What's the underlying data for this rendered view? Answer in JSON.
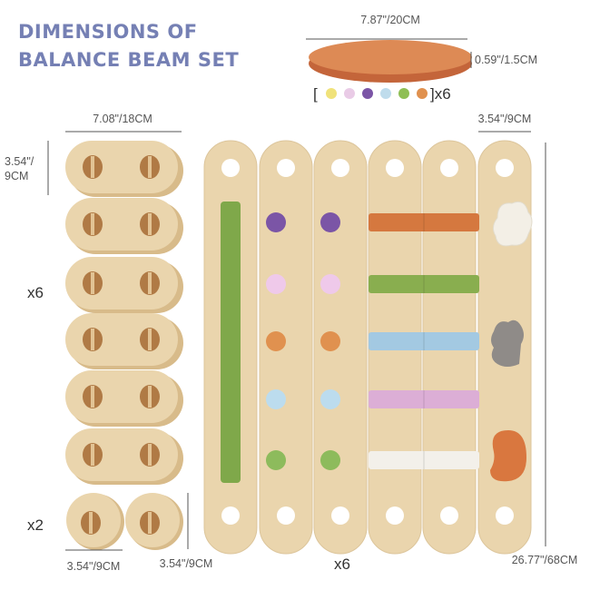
{
  "title": {
    "line1": "DIMENSIONS OF",
    "line2": "BALANCE BEAM SET"
  },
  "disc": {
    "width_label": "7.87\"/20CM",
    "thickness_label": "0.59\"/1.5CM",
    "quantity_label": "]x6",
    "bracket_open": "[",
    "color": "#d9854d",
    "colors": [
      "#f0e27a",
      "#e9cbe6",
      "#7b55a6",
      "#bfdcec",
      "#8fbf55",
      "#e0914f"
    ]
  },
  "connectors": {
    "width_label": "7.08\"/18CM",
    "height_label_1": "3.54\"/",
    "height_label_2": "9CM",
    "quantity_label": "x6"
  },
  "small_connectors": {
    "quantity_label": "x2",
    "width_label": "3.54\"/9CM",
    "height_label": "3.54\"/9CM"
  },
  "beams": {
    "width_label": "3.54\"/9CM",
    "length_label": "26.77\"/68CM",
    "quantity_label": "x6",
    "dot_colors": [
      "#7b55a6",
      "#efc9ea",
      "#e0914f",
      "#bcdcee",
      "#8dbb5c"
    ],
    "bar_colors": [
      "#d5783f",
      "#89ae4f",
      "#a3c9e2",
      "#dcaed6",
      "#f3f0ea"
    ],
    "shape_colors": [
      "#f3efe6",
      "#8f8b88",
      "#d9773f"
    ],
    "stick_color": "#7fa84a"
  }
}
